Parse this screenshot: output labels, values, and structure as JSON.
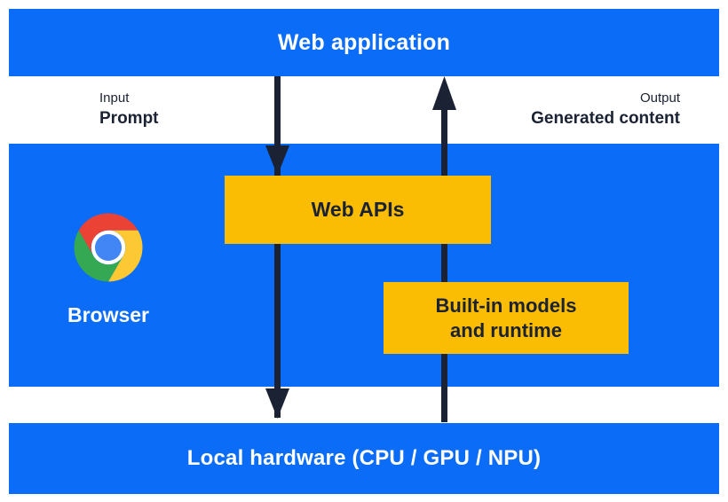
{
  "colors": {
    "blue": "#0B6CF8",
    "yellow": "#FBBC04",
    "ink": "#1A2233",
    "chrome_red": "#EA4335",
    "chrome_yellow": "#FCC934",
    "chrome_green": "#34A853",
    "chrome_blue": "#4285F4"
  },
  "top_bar": {
    "label": "Web application"
  },
  "io": {
    "input_caption": "Input",
    "input_label": "Prompt",
    "output_caption": "Output",
    "output_label": "Generated content"
  },
  "browser": {
    "label": "Browser",
    "icon": "chrome-icon"
  },
  "boxes": {
    "web_apis": {
      "label": "Web APIs"
    },
    "builtin": {
      "line1": "Built-in models",
      "line2": "and runtime"
    }
  },
  "bottom_bar": {
    "label": "Local hardware (CPU / GPU / NPU)"
  },
  "arrows": {
    "down": "prompt flows from web application through web apis to local hardware",
    "up": "generated content flows from local hardware through built-in models to web application"
  }
}
